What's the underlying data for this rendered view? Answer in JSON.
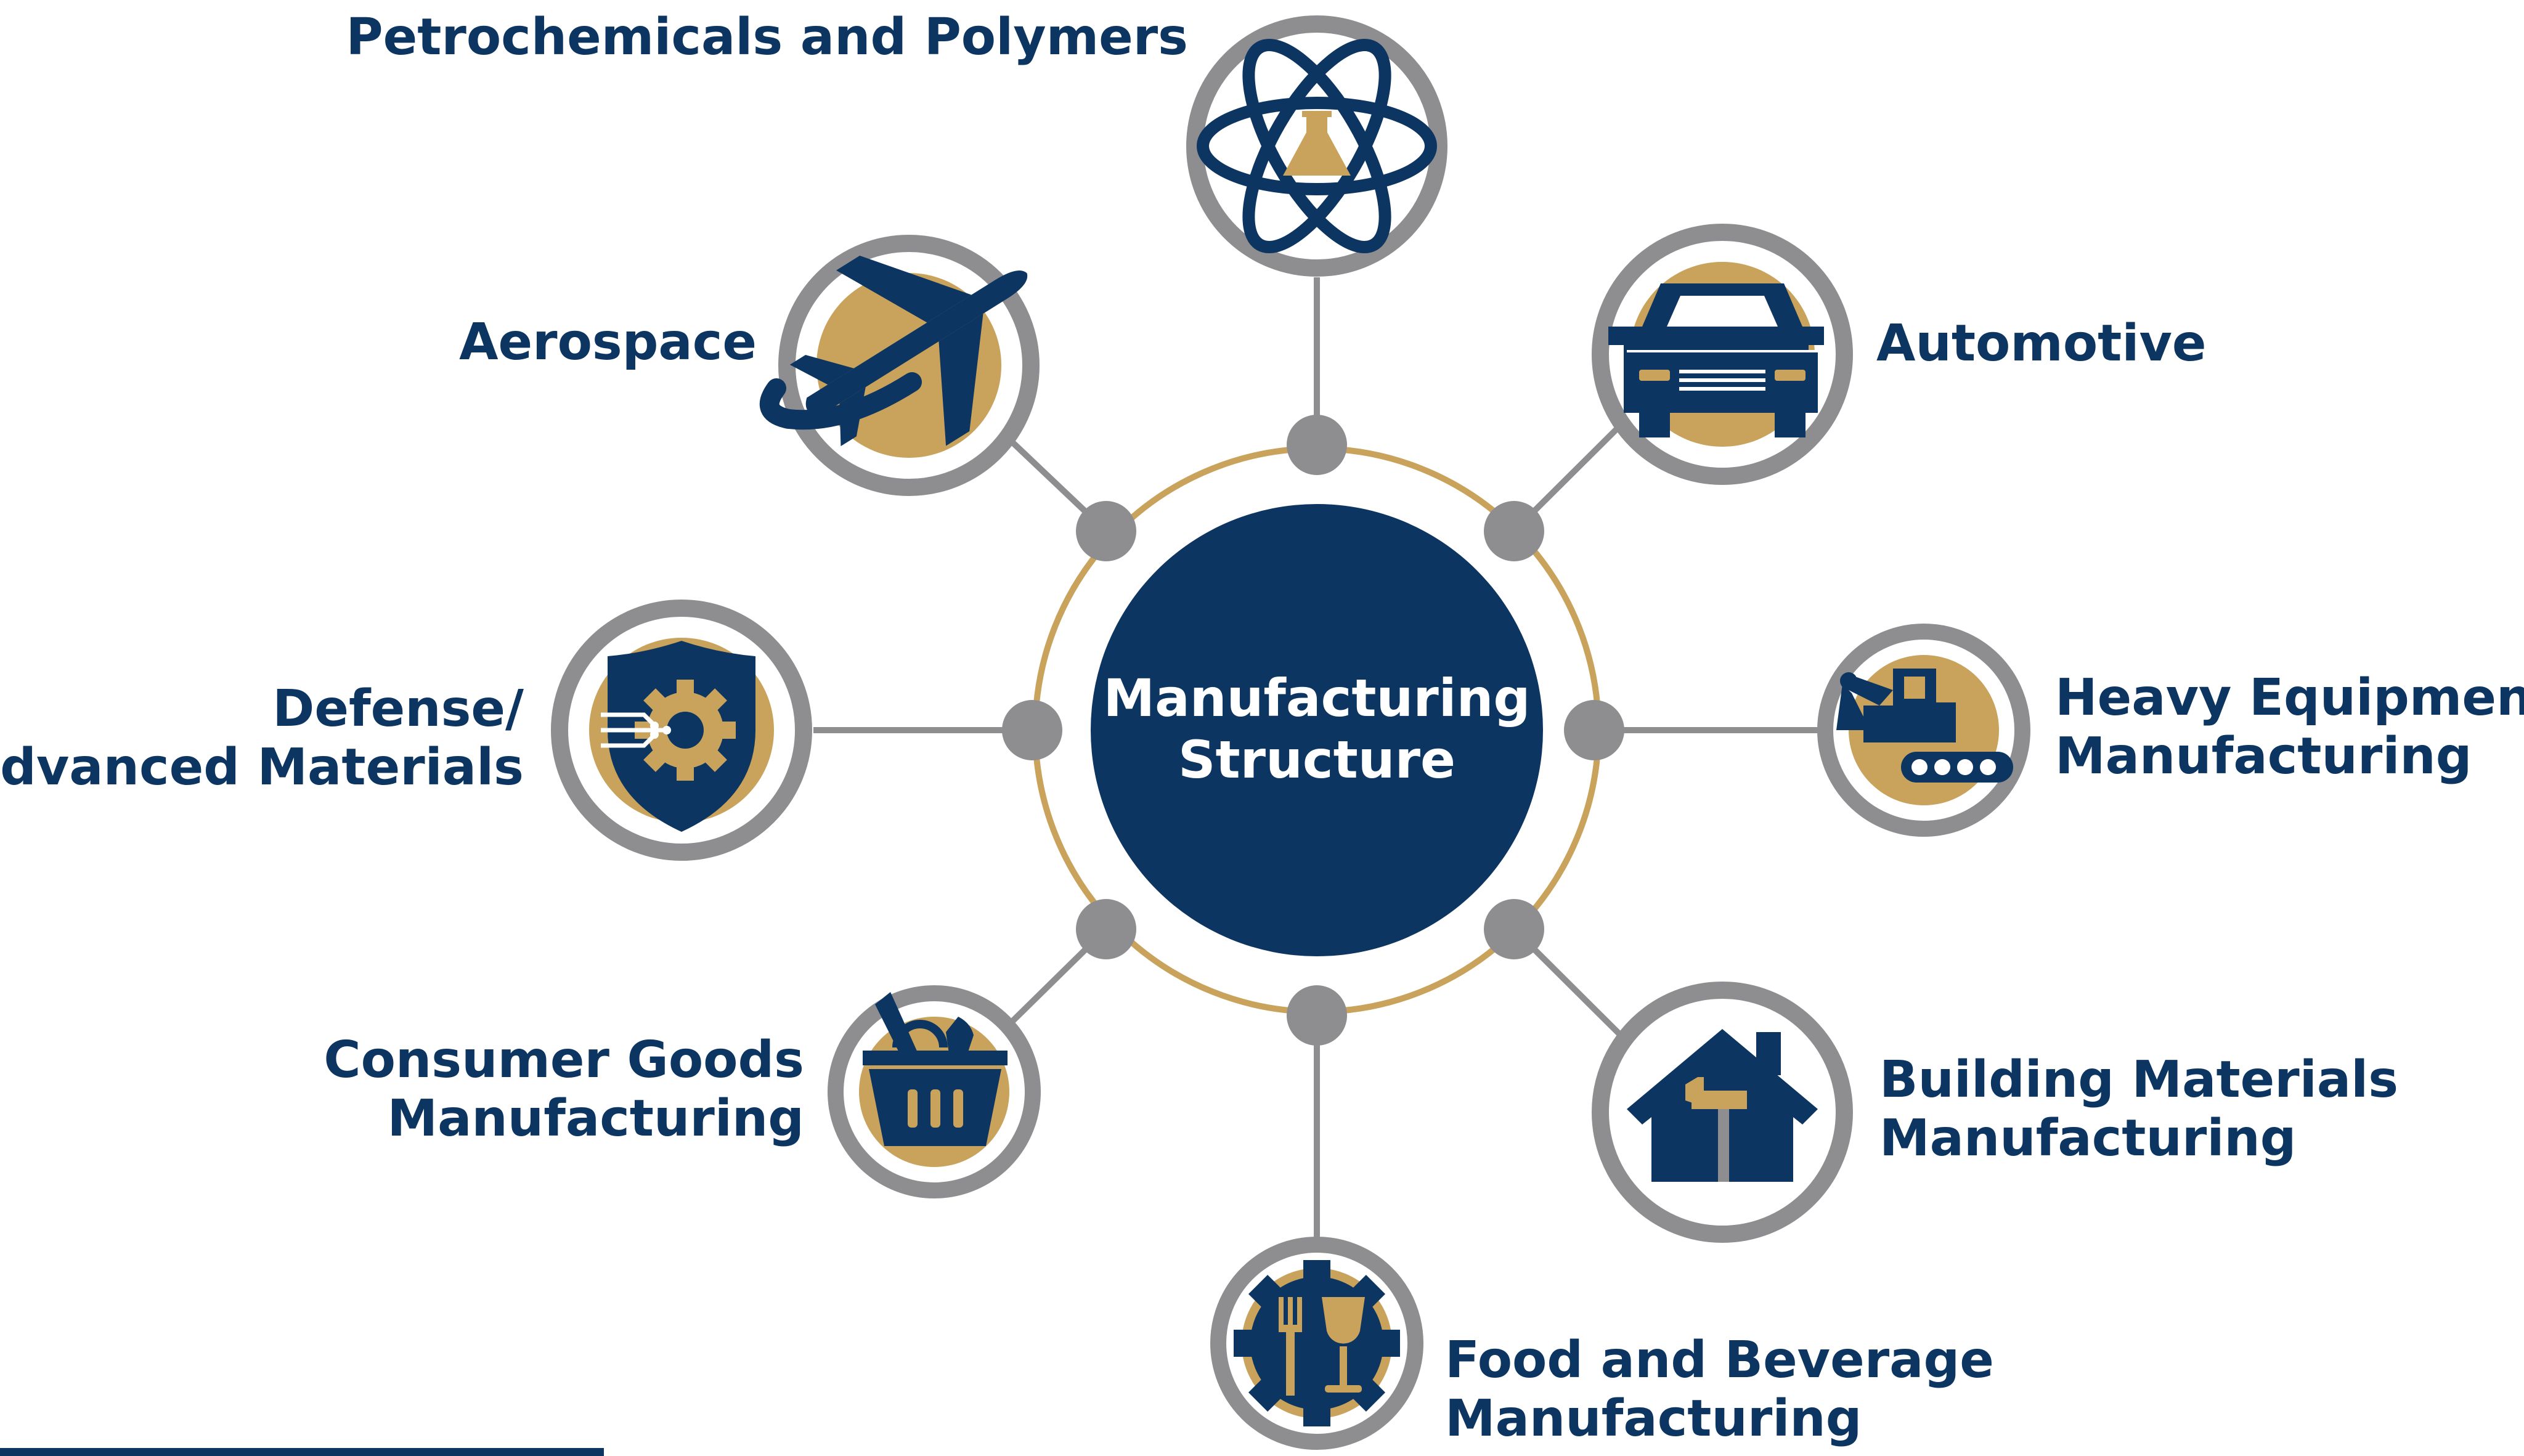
{
  "center": {
    "line1": "Manufacturing",
    "line2": "Structure"
  },
  "colors": {
    "navy": "#0c3561",
    "gold": "#c9a25b",
    "gray": "#8e8d90",
    "ring": "#c9a25b",
    "background": "#ffffff"
  },
  "nodes": [
    {
      "id": "petrochemicals",
      "icon": "atom-flask-icon",
      "lines": [
        "Petrochemicals and Polymers"
      ]
    },
    {
      "id": "automotive",
      "icon": "car-icon",
      "lines": [
        "Automotive"
      ]
    },
    {
      "id": "heavy-equipment",
      "icon": "excavator-icon",
      "lines": [
        "Heavy Equipment",
        "Manufacturing"
      ]
    },
    {
      "id": "building-materials",
      "icon": "house-hammer-icon",
      "lines": [
        "Building Materials",
        "Manufacturing"
      ]
    },
    {
      "id": "food-beverage",
      "icon": "gear-utensils-icon",
      "lines": [
        "Food and Beverage",
        "Manufacturing"
      ]
    },
    {
      "id": "consumer-goods",
      "icon": "shopping-basket-icon",
      "lines": [
        "Consumer Goods",
        "Manufacturing"
      ]
    },
    {
      "id": "defense",
      "icon": "shield-gear-icon",
      "lines": [
        "Defense/",
        "Advanced Materials"
      ]
    },
    {
      "id": "aerospace",
      "icon": "airplane-icon",
      "lines": [
        "Aerospace"
      ]
    }
  ]
}
